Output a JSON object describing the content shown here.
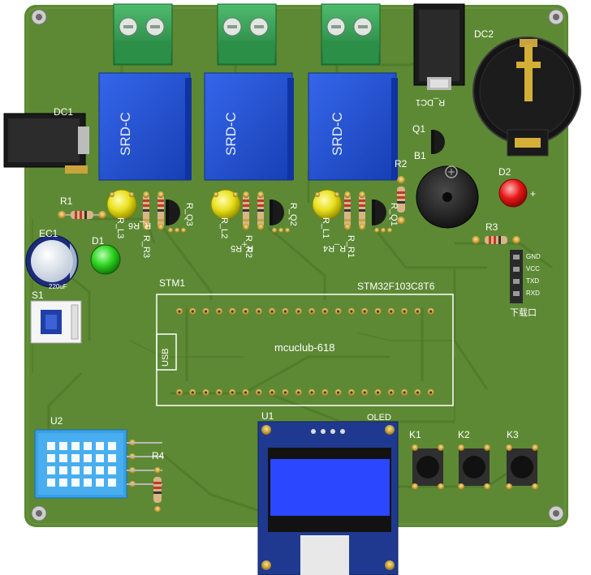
{
  "board": {
    "pcb_color": "#5e8a34",
    "silkscreen_color": "#ffffff",
    "relay_color": "#1f4fcf",
    "oled_screen_color": "#2b47ff"
  },
  "labels": {
    "dc1": "DC1",
    "dc2": "DC2",
    "r1": "R1",
    "ec1": "EC1",
    "ec1_value": "220uF",
    "d1": "D1",
    "s1": "S1",
    "q1": "Q1",
    "b1": "B1",
    "r2": "R2",
    "d2": "D2",
    "r3": "R3",
    "d2_plus": "+",
    "r_dc1": "R_DC1",
    "stm1": "STM1",
    "stm_chip": "STM32F103C8T6",
    "usb": "USB",
    "mcuclub": "mcuclub-618",
    "u1": "U1",
    "oled": "OLED",
    "u2": "U2",
    "r4": "R4",
    "k1": "K1",
    "k2": "K2",
    "k3": "K3",
    "download_port": "下载口",
    "pin_gnd": "GND",
    "pin_vcc": "VCC",
    "pin_txd": "TXD",
    "pin_rxd": "RXD",
    "relay1": "SRD-C",
    "relay2": "SRD-C",
    "relay3": "SRD-C",
    "r_l3": "R_L3",
    "r_q3": "R_Q3",
    "r_r6": "R_R6",
    "r_r3": "R_R3",
    "r_l2": "R_L2",
    "r_q2": "R_Q2",
    "r_r5": "R_R5",
    "r_r2": "R_R2",
    "r_l1": "R_L1",
    "r_q1": "R_Q1",
    "r_r4": "R_R4",
    "r_r1": "R_R1"
  }
}
